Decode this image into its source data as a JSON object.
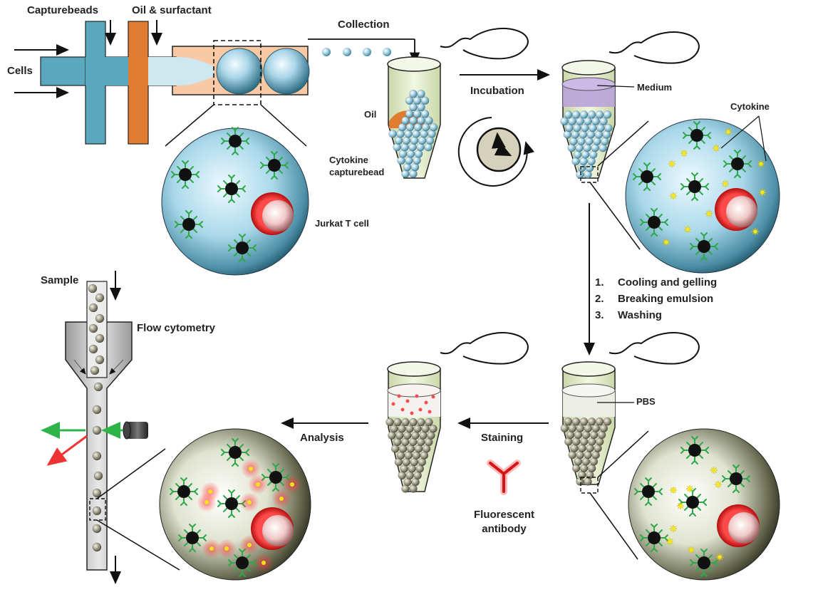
{
  "labels": {
    "capturebeads": "Capturebeads",
    "oil_surfactant": "Oil & surfactant",
    "cells": "Cells",
    "collection": "Collection",
    "incubation": "Incubation",
    "oil": "Oil",
    "medium": "Medium",
    "cytokine": "Cytokine",
    "cytokine_capturebead": [
      "Cytokine",
      "capturebead"
    ],
    "jurkat_t_cell": "Jurkat T cell",
    "pbs": "PBS",
    "staining": "Staining",
    "analysis": "Analysis",
    "fluorescent_antibody": [
      "Fluorescent",
      "antibody"
    ],
    "sample": "Sample",
    "flow_cytometry": "Flow cytometry"
  },
  "processing_steps": [
    {
      "num": "1.",
      "text": "Cooling and gelling"
    },
    {
      "num": "2.",
      "text": "Breaking emulsion"
    },
    {
      "num": "3.",
      "text": "Washing"
    }
  ],
  "colors": {
    "channel_blue": "#5aa8c0",
    "oil_orange": "#e07b30",
    "bead_blue": "#9fd3e6",
    "medium_purple": "#b9a3d8",
    "gel_bead": "#9a9682",
    "cell_red": "#e02828",
    "antibody_green": "#2fa84a",
    "cytokine_yellow": "#f2e21a",
    "fluor_red": "#ff5050"
  }
}
